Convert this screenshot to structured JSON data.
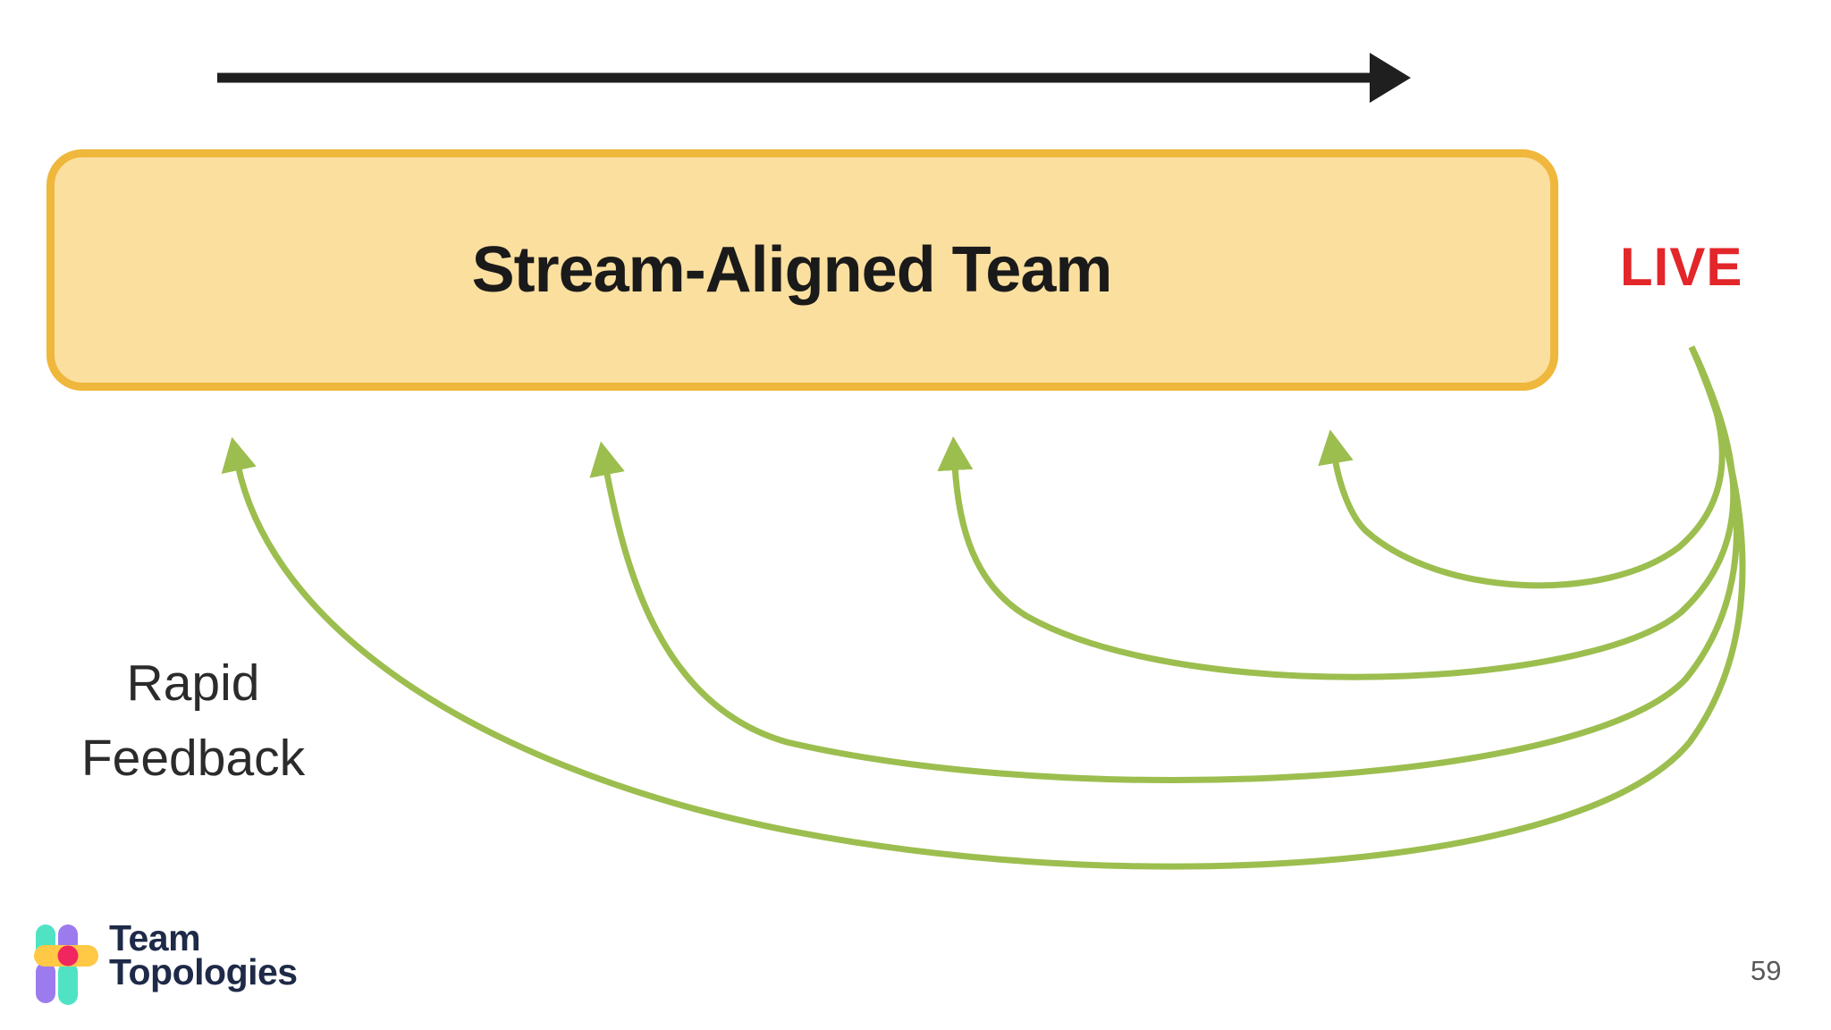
{
  "slide": {
    "team_box": {
      "label": "Stream-Aligned Team"
    },
    "live": {
      "text": "LIVE"
    },
    "rapid_feedback": {
      "line1": "Rapid",
      "line2": "Feedback"
    },
    "logo": {
      "line1": "Team",
      "line2": "Topologies"
    },
    "page_number": "59",
    "feedback_arrow_count": 4
  },
  "colors": {
    "box_fill": "#FBDF9F",
    "box_border": "#EFB73B",
    "green_arrow": "#9CBE4F",
    "live_red": "#E2262A",
    "timeline_black": "#1F1F1F",
    "label_dark": "#2B2B2B",
    "logo_navy": "#1E2A47",
    "logo_teal": "#4FE3C4",
    "logo_purple": "#9B7BEE",
    "logo_yellow": "#FFC845",
    "logo_pink": "#F0275F",
    "page_gray": "#595959"
  }
}
